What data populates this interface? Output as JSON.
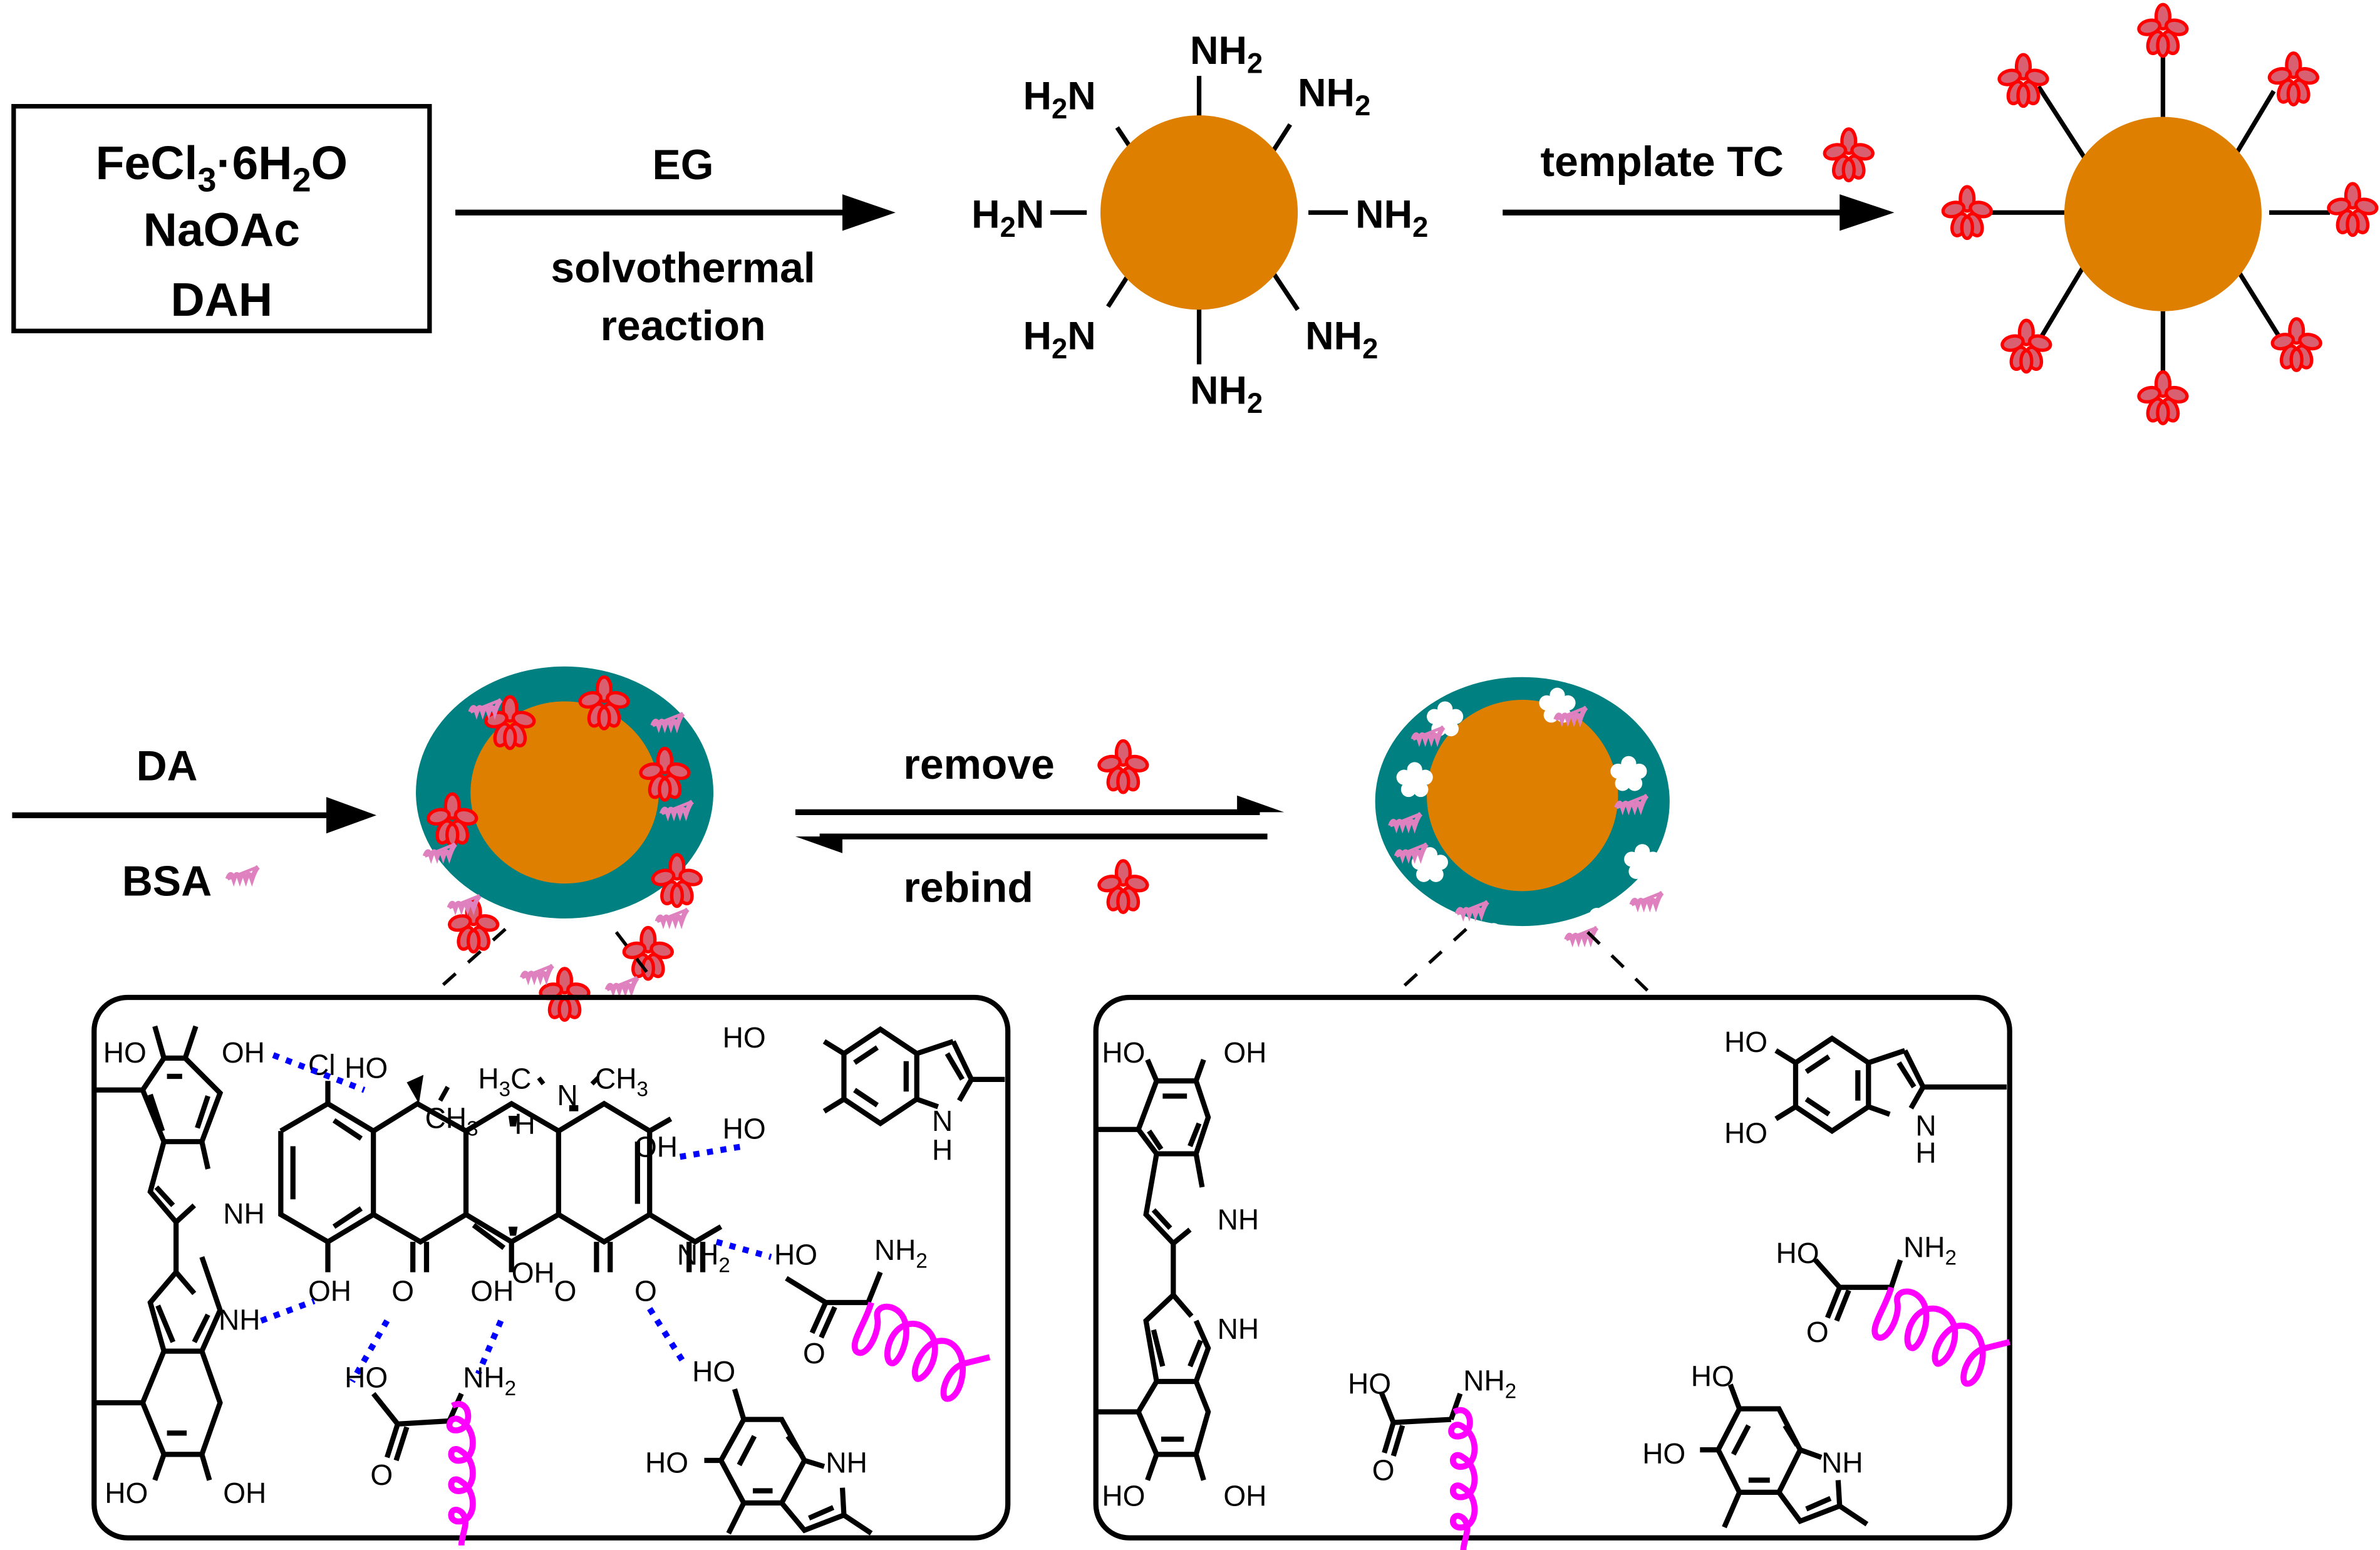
{
  "colors": {
    "core": "#DF7F00",
    "shell": "#008080",
    "template": "#FF0000",
    "template_fill": "#D86070",
    "bsa": "#DE81BE",
    "protein_helix": "#FF00FF",
    "hbond": "#0000FF",
    "cavity": "#FFFFFF"
  },
  "reagents_box": {
    "line1": {
      "base": "FeCl",
      "sub1": "3",
      "mid": "·6H",
      "sub2": "2",
      "end": "O"
    },
    "line2": "NaOAc",
    "line3": "DAH"
  },
  "step1": {
    "above": "EG",
    "below_line1": "solvothermal",
    "below_line2": "reaction"
  },
  "amine_particle": {
    "ligand_right": {
      "main": "NH",
      "sub": "2"
    },
    "ligand_left": {
      "pre": "H",
      "sub": "2",
      "main": "N"
    },
    "ligand_count": 8
  },
  "step2": {
    "label": "template TC",
    "icon": "tc-molecule-icon"
  },
  "step3": {
    "above": "DA",
    "below": "BSA",
    "icon": "bsa-protein-icon"
  },
  "equilibrium": {
    "forward": "remove",
    "reverse": "rebind",
    "icon": "tc-molecule-icon"
  },
  "left_panel": {
    "title": "imprinted-complex",
    "labels": {
      "HO": "HO",
      "OH": "OH",
      "NH": "NH",
      "N": "N",
      "H": "H",
      "Cl": "Cl",
      "O": "O",
      "CH3": {
        "main": "CH",
        "sub": "3"
      },
      "H3C": {
        "pre": "H",
        "sub": "3",
        "main": "C"
      },
      "NH2": {
        "main": "NH",
        "sub": "2"
      }
    }
  },
  "right_panel": {
    "title": "imprinted-cavity"
  }
}
